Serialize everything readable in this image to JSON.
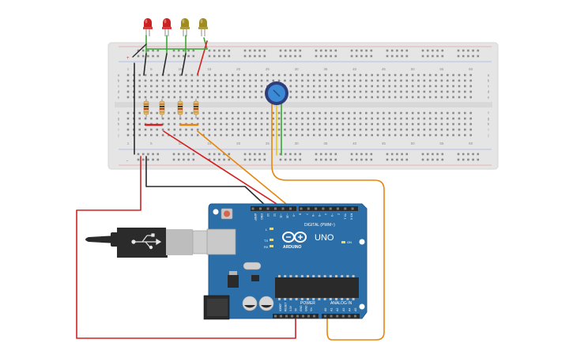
{
  "breadboard": {
    "column_numbers_top": [
      "1",
      "5",
      "10",
      "15",
      "20",
      "25",
      "30",
      "35",
      "40",
      "45",
      "50",
      "55",
      "60"
    ],
    "column_numbers_bottom": [
      "1",
      "5",
      "10",
      "15",
      "20",
      "25",
      "30",
      "35",
      "40",
      "45",
      "50",
      "55",
      "60"
    ],
    "row_letters_top": [
      "a",
      "b",
      "c",
      "d",
      "e"
    ],
    "row_letters_bottom": [
      "f",
      "g",
      "h",
      "i",
      "j"
    ],
    "rail_plus": "+",
    "rail_minus": "-"
  },
  "leds": [
    {
      "color": "#cc1f1f",
      "name": "red"
    },
    {
      "color": "#cc1f1f",
      "name": "red"
    },
    {
      "color": "#a08c1e",
      "name": "yellow"
    },
    {
      "color": "#a08c1e",
      "name": "yellow"
    }
  ],
  "wire_colors": {
    "red": "#d42020",
    "black": "#2a2a2a",
    "orange": "#e6860f",
    "green": "#3aa832",
    "yellow": "#e6c619"
  },
  "arduino": {
    "board_color": "#2c6fa8",
    "model": "UNO",
    "brand": "ARDUINO",
    "digital_label": "DIGITAL (PWM~)",
    "power_label": "POWER",
    "analog_label": "ANALOG IN",
    "on_label": "ON",
    "tx_label": "TX",
    "rx_label": "RX",
    "l_label": "L",
    "digital_pins": [
      "AREF",
      "GND",
      "13",
      "12",
      "~11",
      "~10",
      "~9",
      "8",
      "7",
      "~6",
      "~5",
      "4",
      "~3",
      "2",
      "TX 1",
      "RX 0"
    ],
    "power_pins": [
      "IOREF",
      "RESET",
      "3.3V",
      "5V",
      "GND",
      "GND",
      "Vin"
    ],
    "analog_pins": [
      "A0",
      "A1",
      "A2",
      "A3",
      "A4",
      "A5"
    ]
  }
}
